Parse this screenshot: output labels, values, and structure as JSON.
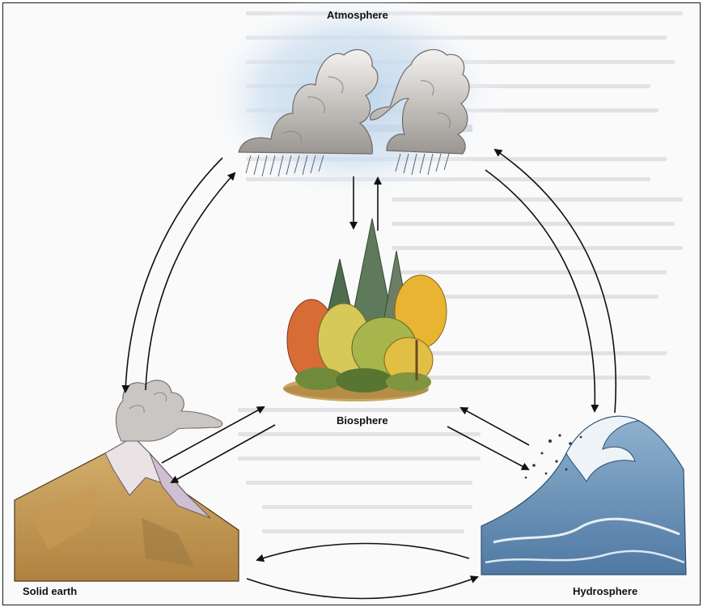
{
  "diagram": {
    "nodes": {
      "atmosphere": {
        "label": "Atmosphere"
      },
      "biosphere": {
        "label": "Biosphere"
      },
      "solid_earth": {
        "label": "Solid earth"
      },
      "hydrosphere": {
        "label": "Hydrosphere"
      }
    }
  }
}
